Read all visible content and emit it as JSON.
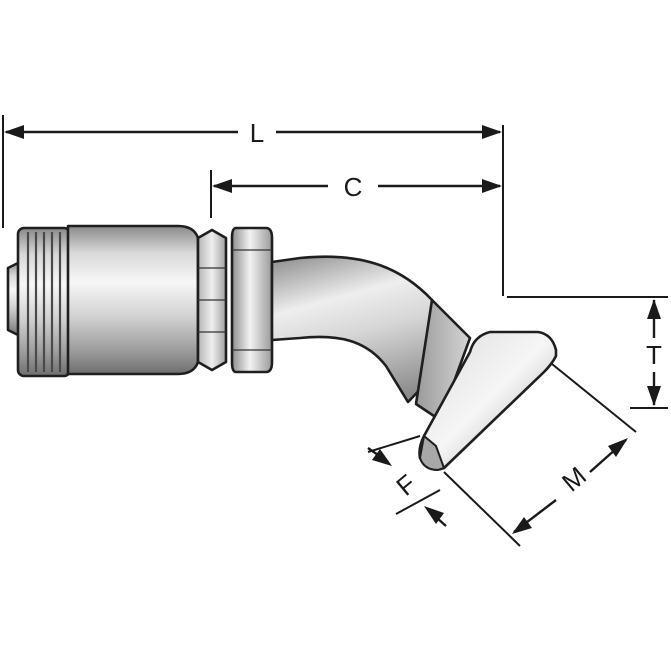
{
  "dimensions": {
    "L": "L",
    "C": "C",
    "T": "T",
    "M": "M",
    "F": "F"
  },
  "colors": {
    "metal_light": "#f4f4f4",
    "metal_mid": "#c2c2c2",
    "metal_dark": "#7d7d7d",
    "line": "#1a1a1a"
  }
}
